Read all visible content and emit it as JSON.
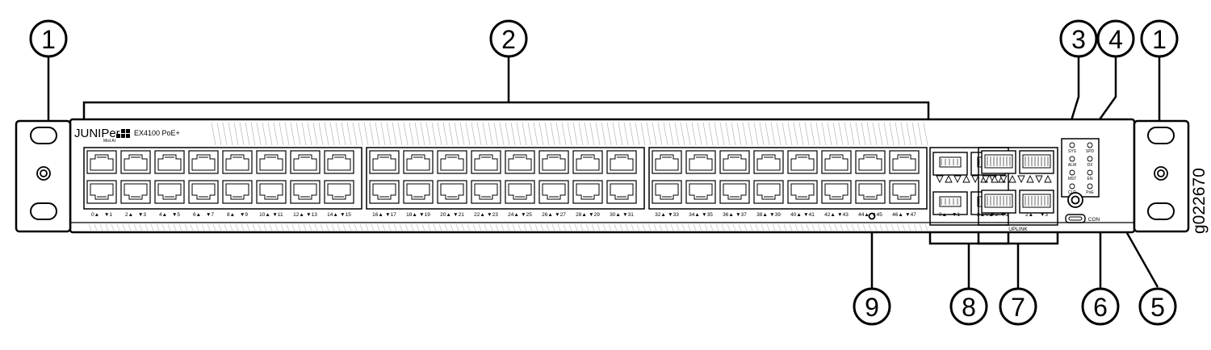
{
  "device": {
    "brand": "JUNIPer",
    "sub_brand": "Mist AI",
    "model": "EX4100 PoE+"
  },
  "figure_id": "g022670",
  "callouts": [
    "1",
    "2",
    "3",
    "4",
    "1",
    "5",
    "6",
    "7",
    "8",
    "9"
  ],
  "port_groups": [
    {
      "labels": [
        "0▲",
        "▼1",
        "2▲",
        "▼3",
        "4▲",
        "▼5",
        "6▲",
        "▼7",
        "8▲",
        "▼9",
        "10▲",
        "▼11",
        "12▲",
        "▼13",
        "14▲",
        "▼15"
      ]
    },
    {
      "labels": [
        "16▲",
        "▼17",
        "18▲",
        "▼19",
        "20▲",
        "▼21",
        "22▲",
        "▼23",
        "24▲",
        "▼25",
        "26▲",
        "▼27",
        "28▲",
        "▼29",
        "30▲",
        "▼31"
      ]
    },
    {
      "labels": [
        "32▲",
        "▼33",
        "34▲",
        "▼35",
        "36▲",
        "▼37",
        "38▲",
        "▼39",
        "40▲",
        "▼41",
        "42▲",
        "▼43",
        "44▲",
        "▼45",
        "46▲",
        "▼47"
      ]
    }
  ],
  "sfp_labels": [
    "0▲",
    "▼1",
    "2▲",
    "▼3"
  ],
  "uplink_labels": [
    "0▲",
    "▼1",
    "2▲",
    "▼3"
  ],
  "uplink_title": "UPLINK",
  "leds_left": [
    "SYS",
    "ALM",
    "MST",
    "CLD"
  ],
  "leds_right": [
    "SPD",
    "DX",
    "EN",
    "PoE"
  ],
  "console_label": "CON"
}
